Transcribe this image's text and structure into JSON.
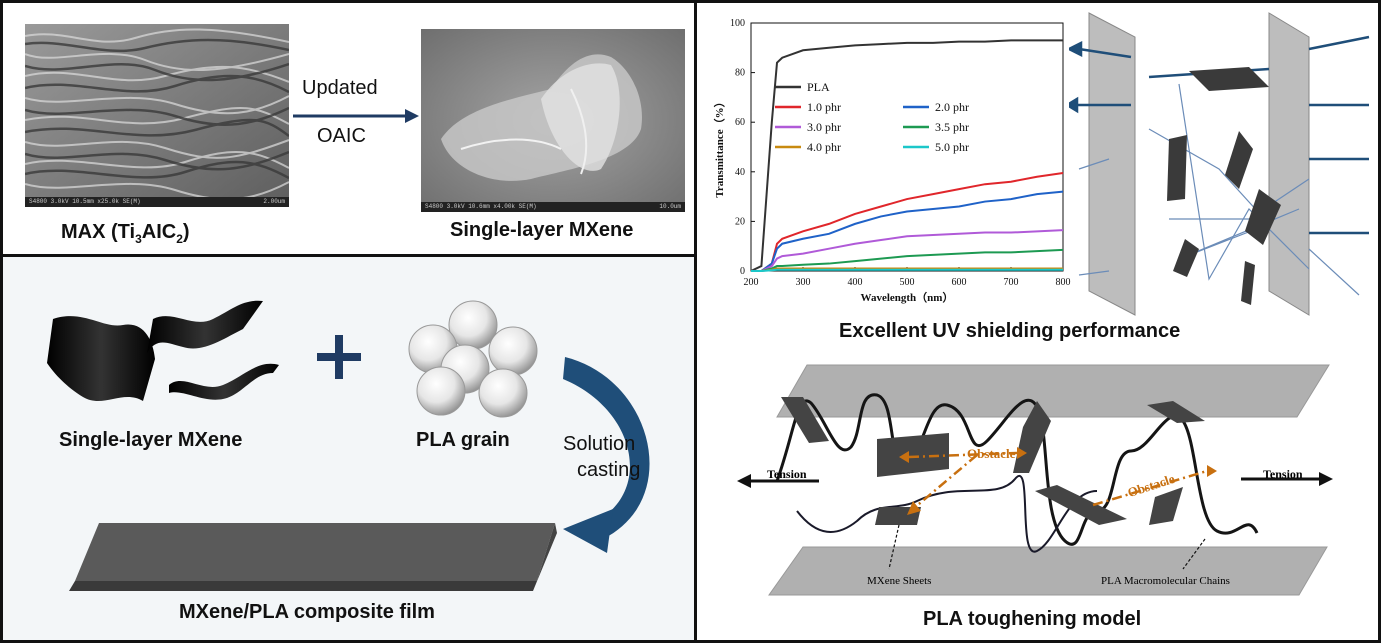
{
  "panel_sem": {
    "max_label_prefix": "MAX (Ti",
    "max_label_sub1": "3",
    "max_label_mid": "AIC",
    "max_label_sub2": "2",
    "max_label_suffix": ")",
    "arrow_top": "Updated",
    "arrow_bottom": "OAIC",
    "mxene_label": "Single-layer MXene",
    "sem_caption_left": "S4800 3.0kV 10.5mm x25.0k SE(M)",
    "sem_caption_left_scale": "2.00um",
    "sem_caption_right": "S4800 3.0kV 10.6mm x4.00k SE(M)",
    "sem_caption_right_scale": "10.0um"
  },
  "panel_casting": {
    "mxene_label": "Single-layer MXene",
    "pla_label": "PLA grain",
    "process_line1": "Solution",
    "process_line2": "casting",
    "film_label": "MXene/PLA composite film",
    "colors": {
      "arrow": "#1f4e79",
      "plus": "#1f3b63"
    }
  },
  "panel_uv": {
    "title": "Excellent UV shielding performance",
    "chart_data": {
      "type": "line",
      "xlabel": "Wavelength（nm）",
      "ylabel": "Transmittance（%）",
      "xlim": [
        200,
        800
      ],
      "ylim": [
        0,
        100
      ],
      "xticks": [
        200,
        300,
        400,
        500,
        600,
        700,
        800
      ],
      "yticks": [
        0,
        20,
        40,
        60,
        80,
        100
      ],
      "x": [
        200,
        220,
        240,
        250,
        260,
        300,
        350,
        400,
        450,
        500,
        550,
        600,
        650,
        700,
        750,
        800
      ],
      "series": [
        {
          "name": "PLA",
          "color": "#333333",
          "values": [
            0,
            2,
            60,
            84,
            86,
            89,
            90,
            91,
            91.5,
            92,
            92,
            92.5,
            92.5,
            93,
            93,
            93
          ]
        },
        {
          "name": "1.0 phr",
          "color": "#e0262b",
          "values": [
            0,
            0,
            3,
            11,
            13,
            16,
            19,
            23,
            26,
            29,
            31,
            33,
            35,
            36,
            38,
            39.5
          ]
        },
        {
          "name": "2.0 phr",
          "color": "#1f62c8",
          "values": [
            0,
            0,
            3,
            9,
            11,
            13,
            15,
            19,
            22,
            24,
            25,
            26,
            28,
            29,
            31,
            32
          ]
        },
        {
          "name": "3.0 phr",
          "color": "#b05ad8",
          "values": [
            0,
            0,
            2,
            5,
            6,
            7,
            9,
            11,
            12.5,
            14,
            14.5,
            15,
            15.5,
            15.5,
            16,
            16.5
          ]
        },
        {
          "name": "3.5 phr",
          "color": "#1d9a52",
          "values": [
            0,
            0,
            1,
            2,
            2,
            2.5,
            3,
            4,
            5,
            6,
            6.5,
            7,
            7.5,
            7.5,
            8,
            8.5
          ]
        },
        {
          "name": "4.0 phr",
          "color": "#c88a10",
          "values": [
            0,
            0,
            0.5,
            1,
            1,
            1,
            1,
            1,
            1,
            1,
            1,
            1,
            1,
            1,
            1,
            1
          ]
        },
        {
          "name": "5.0 phr",
          "color": "#1cc7c9",
          "values": [
            0,
            0,
            0.3,
            0.5,
            0.5,
            0.5,
            0.5,
            0.5,
            0.5,
            0.5,
            0.5,
            0.5,
            0.5,
            0.5,
            0.5,
            0.5
          ]
        }
      ]
    }
  },
  "panel_tough": {
    "title": "PLA toughening model",
    "tension_left": "Tension",
    "tension_right": "Tension",
    "obstacle_1": "Obstacle",
    "obstacle_2": "Obstacle",
    "sheets_label": "MXene Sheets",
    "chains_label": "PLA Macromolecular Chains",
    "colors": {
      "obstacle": "#c87010"
    }
  }
}
